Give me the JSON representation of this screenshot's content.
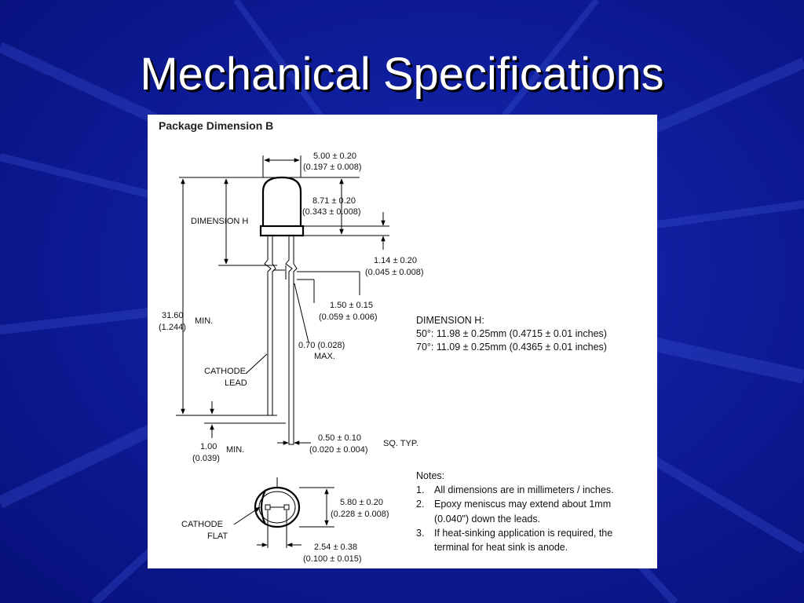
{
  "slide": {
    "title": "Mechanical Specifications",
    "colors": {
      "background": "#0a148f",
      "title": "#ffffff",
      "panel": "#ffffff"
    }
  },
  "figure": {
    "heading": "Package Dimension B",
    "dims": {
      "width_mm": "5.00 ± 0.20",
      "width_in": "(0.197 ± 0.008)",
      "height_mm": "8.71 ± 0.20",
      "height_in": "(0.343 ± 0.008)",
      "dimension_h": "DIMENSION H",
      "flange_mm": "1.14 ± 0.20",
      "flange_in": "(0.045 ± 0.008)",
      "standoff_mm": "1.50 ± 0.15",
      "standoff_in": "(0.059 ± 0.006)",
      "total_mm": "31.60",
      "total_in": "(1.244)",
      "total_min": "MIN.",
      "lead_max": "0.70 (0.028)",
      "lead_max_label": "MAX.",
      "cathode_lead_1": "CATHODE",
      "cathode_lead_2": "LEAD",
      "lead_end_mm": "1.00",
      "lead_end_in": "(0.039)",
      "lead_end_min": "MIN.",
      "lead_sq_mm": "0.50 ± 0.10",
      "lead_sq_in": "(0.020 ± 0.004)",
      "lead_sq_label": "SQ. TYP.",
      "base_mm": "5.80 ± 0.20",
      "base_in": "(0.228 ± 0.008)",
      "pitch_mm": "2.54 ± 0.38",
      "pitch_in": "(0.100 ± 0.015)",
      "cathode_flat_1": "CATHODE",
      "cathode_flat_2": "FLAT"
    },
    "dimension_h_table": {
      "title": "DIMENSION H:",
      "row_50": "50°: 11.98 ± 0.25mm (0.4715 ± 0.01 inches)",
      "row_70": "70°: 11.09 ± 0.25mm (0.4365 ± 0.01 inches)"
    },
    "notes": {
      "title": "Notes:",
      "n1_num": "1.",
      "n1": "All dimensions are in millimeters / inches.",
      "n2_num": "2.",
      "n2a": "Epoxy meniscus may extend about 1mm",
      "n2b": "(0.040\") down the leads.",
      "n3_num": "3.",
      "n3a": "If heat-sinking application is required, the",
      "n3b": "terminal for heat sink is anode."
    }
  }
}
